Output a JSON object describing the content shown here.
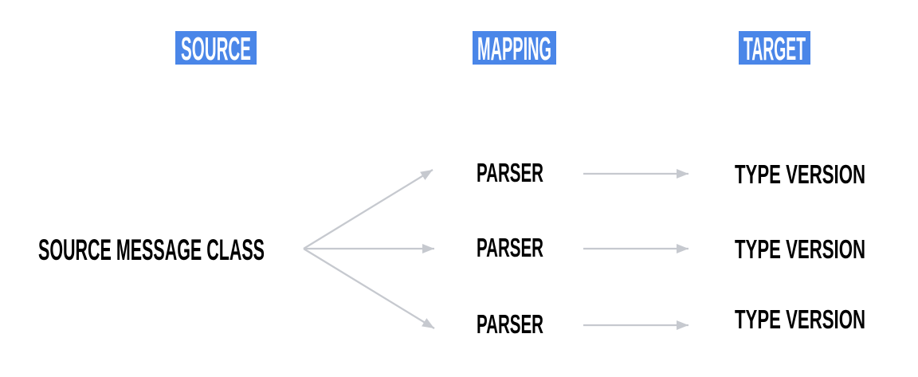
{
  "diagram": {
    "headers": [
      {
        "label": "SOURCE"
      },
      {
        "label": "MAPPING"
      },
      {
        "label": "TARGET"
      }
    ],
    "source": {
      "label": "SOURCE MESSAGE CLASS"
    },
    "rows": [
      {
        "parser": "PARSER",
        "target": "TYPE VERSION"
      },
      {
        "parser": "PARSER",
        "target": "TYPE VERSION"
      },
      {
        "parser": "PARSER",
        "target": "TYPE VERSION"
      }
    ],
    "colors": {
      "header_bg": "#4A86E8",
      "header_text": "#FFFFFF",
      "label_text": "#000000",
      "arrow": "#C6C9CF"
    }
  }
}
